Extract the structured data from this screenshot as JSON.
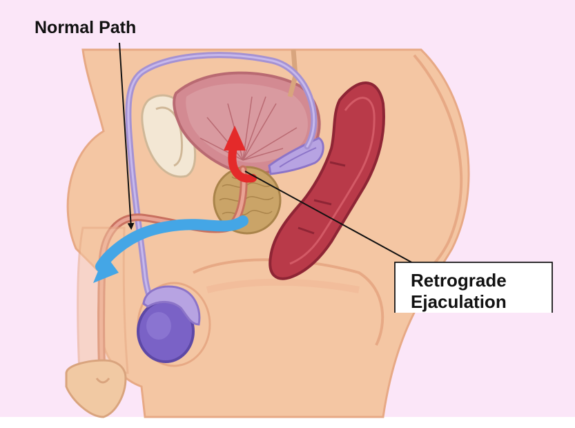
{
  "labels": {
    "normal_path": "Normal Path",
    "retrograde_line1": "Retrograde",
    "retrograde_line2": "Ejaculation"
  },
  "colors": {
    "background": "#fbe6f8",
    "skin": "#f4c6a3",
    "skin_shadow": "#e7a985",
    "bladder": "#d38a92",
    "prostate": "#caa468",
    "urethra": "#d9887a",
    "vas_deferens": "#a592d3",
    "testis": "#7a62c6",
    "rectum": "#b93a49",
    "normal_flow_arrow": "#44a6e6",
    "retrograde_arrow": "#e42a2a",
    "leader_line": "#111111"
  },
  "icons": {
    "normal_flow": "blue-flow-arrow-icon",
    "retrograde_flow": "red-curved-arrow-icon"
  }
}
